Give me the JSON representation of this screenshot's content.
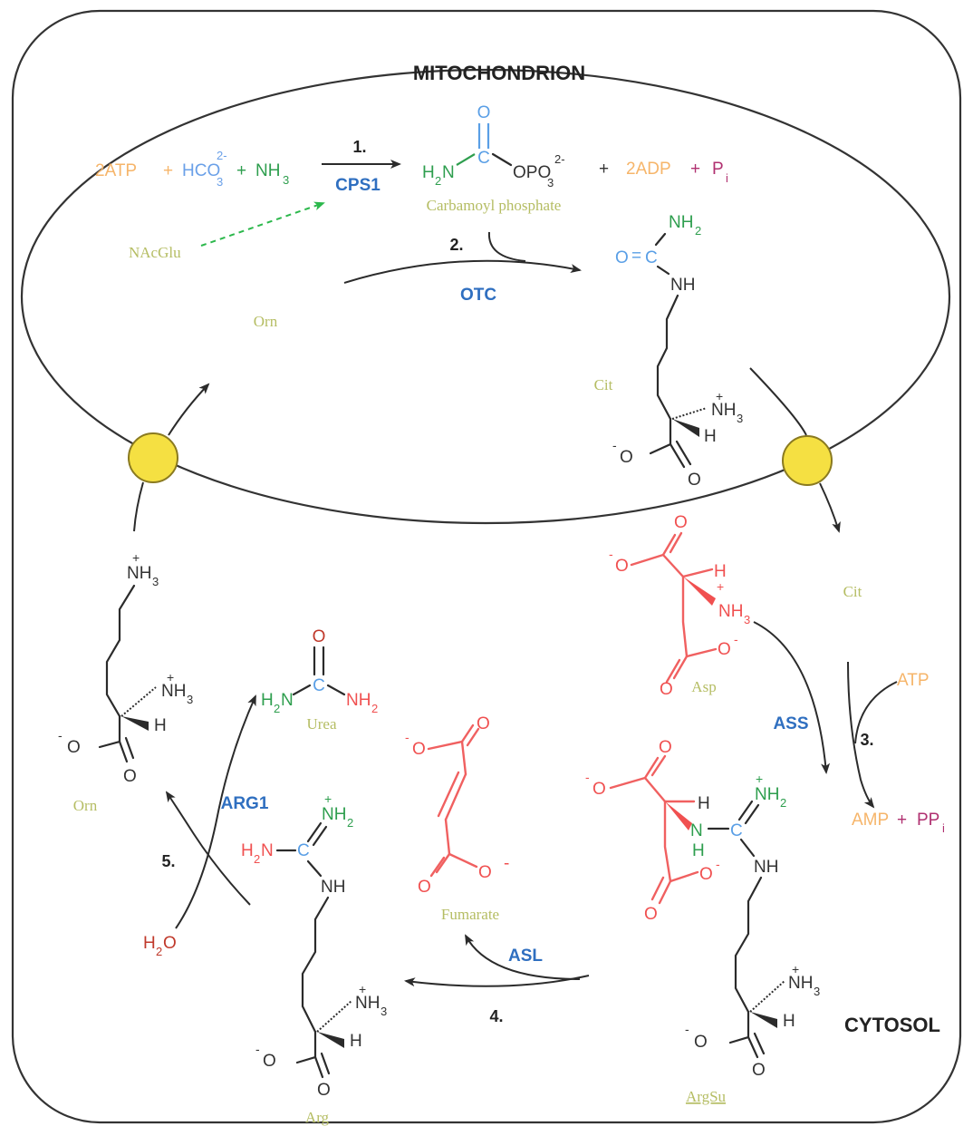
{
  "colors": {
    "atp": "#f6b56a",
    "bicarb": "#6aa0e8",
    "amine": "#2e9e4e",
    "oxygen_red": "#e03030",
    "enzyme": "#2f6fc0",
    "metabolite": "#b5bd63",
    "red_structure": "#f05050",
    "carbon_blue": "#5a9fe6",
    "pi": "#b03070",
    "transporter": "#f5e042",
    "dashed": "#2cb84c",
    "water": "#c0392b"
  },
  "compartments": {
    "mitochondrion": "MITOCHONDRION",
    "cytosol": "CYTOSOL"
  },
  "reaction1": {
    "atp": "2ATP",
    "plus1": "+",
    "hco": "HCO",
    "hco_sub": "3",
    "hco_sup": "2-",
    "plus2": "+",
    "nh": "NH",
    "nh_sub": "3",
    "step": "1.",
    "enzyme": "CPS1",
    "plus3": "+",
    "adp": "2ADP",
    "plus4": "+",
    "pi": "P",
    "pi_sub": "i"
  },
  "carbamoyl_phosphate": {
    "o": "O",
    "c": "C",
    "h2n": "H",
    "h2n_sub": "2",
    "h2n_n": "N",
    "opo": "OPO",
    "opo_sub": "3",
    "opo_sup": "2-",
    "name": "Carbamoyl phosphate"
  },
  "activator": "NAcGlu",
  "reaction2": {
    "step": "2.",
    "enzyme": "OTC"
  },
  "orn_mito": "Orn",
  "citrulline_mito": {
    "nh2": "NH",
    "nh2_sub": "2",
    "o": "O",
    "eq": "=",
    "c": "C",
    "nh": "NH",
    "name": "Cit",
    "nh3_plus": "+",
    "nh3": "NH",
    "nh3_sub": "3",
    "h": "H",
    "o_minus": "-",
    "o_carboxyl": "O",
    "o_double": "O"
  },
  "cit_cyto": "Cit",
  "aspartate": {
    "o_minus": "-",
    "o1": "O",
    "o_double": "O",
    "h": "H",
    "nh3_plus": "+",
    "nh3": "NH",
    "nh3_sub": "3",
    "o2": "O",
    "o2_minus": "-",
    "o3": "O",
    "name": "Asp"
  },
  "reaction3": {
    "atp": "ATP",
    "enzyme": "ASS",
    "step": "3.",
    "amp": "AMP",
    "plus": "+",
    "ppi": "PP",
    "ppi_sub": "i"
  },
  "argininosuccinate": {
    "o_minus": "-",
    "o1": "O",
    "o_double": "O",
    "h": "H",
    "nh2_plus": "+",
    "nh2": "NH",
    "nh2_sub": "2",
    "n": "N",
    "n_h": "H",
    "c": "C",
    "nh": "NH",
    "o2": "O",
    "o2_minus": "-",
    "o3": "O",
    "nh3_plus": "+",
    "nh3": "NH",
    "nh3_sub": "3",
    "h2": "H",
    "o4_minus": "-",
    "o4": "O",
    "o5": "O",
    "name": "ArgSu"
  },
  "fumarate": {
    "o_minus1": "-",
    "o1": "O",
    "o2": "O",
    "o3": "O",
    "o4": "O",
    "o_minus2": "-",
    "name": "Fumarate"
  },
  "reaction4": {
    "enzyme": "ASL",
    "step": "4."
  },
  "arginine": {
    "nh2_plus": "+",
    "nh2": "NH",
    "nh2_sub": "2",
    "h2n": "H",
    "h2n_sub": "2",
    "h2n_n": "N",
    "c": "C",
    "nh": "NH",
    "nh3_plus": "+",
    "nh3": "NH",
    "nh3_sub": "3",
    "h": "H",
    "o_minus": "-",
    "o1": "O",
    "o2": "O",
    "name": "Arg"
  },
  "urea": {
    "o": "O",
    "c": "C",
    "h2n": "H",
    "h2n_sub": "2",
    "h2n_n": "N",
    "nh2": "NH",
    "nh2_sub": "2",
    "name": "Urea"
  },
  "reaction5": {
    "enzyme": "ARG1",
    "step": "5.",
    "water": "H",
    "water_sub": "2",
    "water_o": "O"
  },
  "ornithine_cyto": {
    "nh3_top_plus": "+",
    "nh3_top": "NH",
    "nh3_top_sub": "3",
    "nh3_plus": "+",
    "nh3": "NH",
    "nh3_sub": "3",
    "h": "H",
    "o_minus": "-",
    "o1": "O",
    "o2": "O",
    "name": "Orn"
  }
}
